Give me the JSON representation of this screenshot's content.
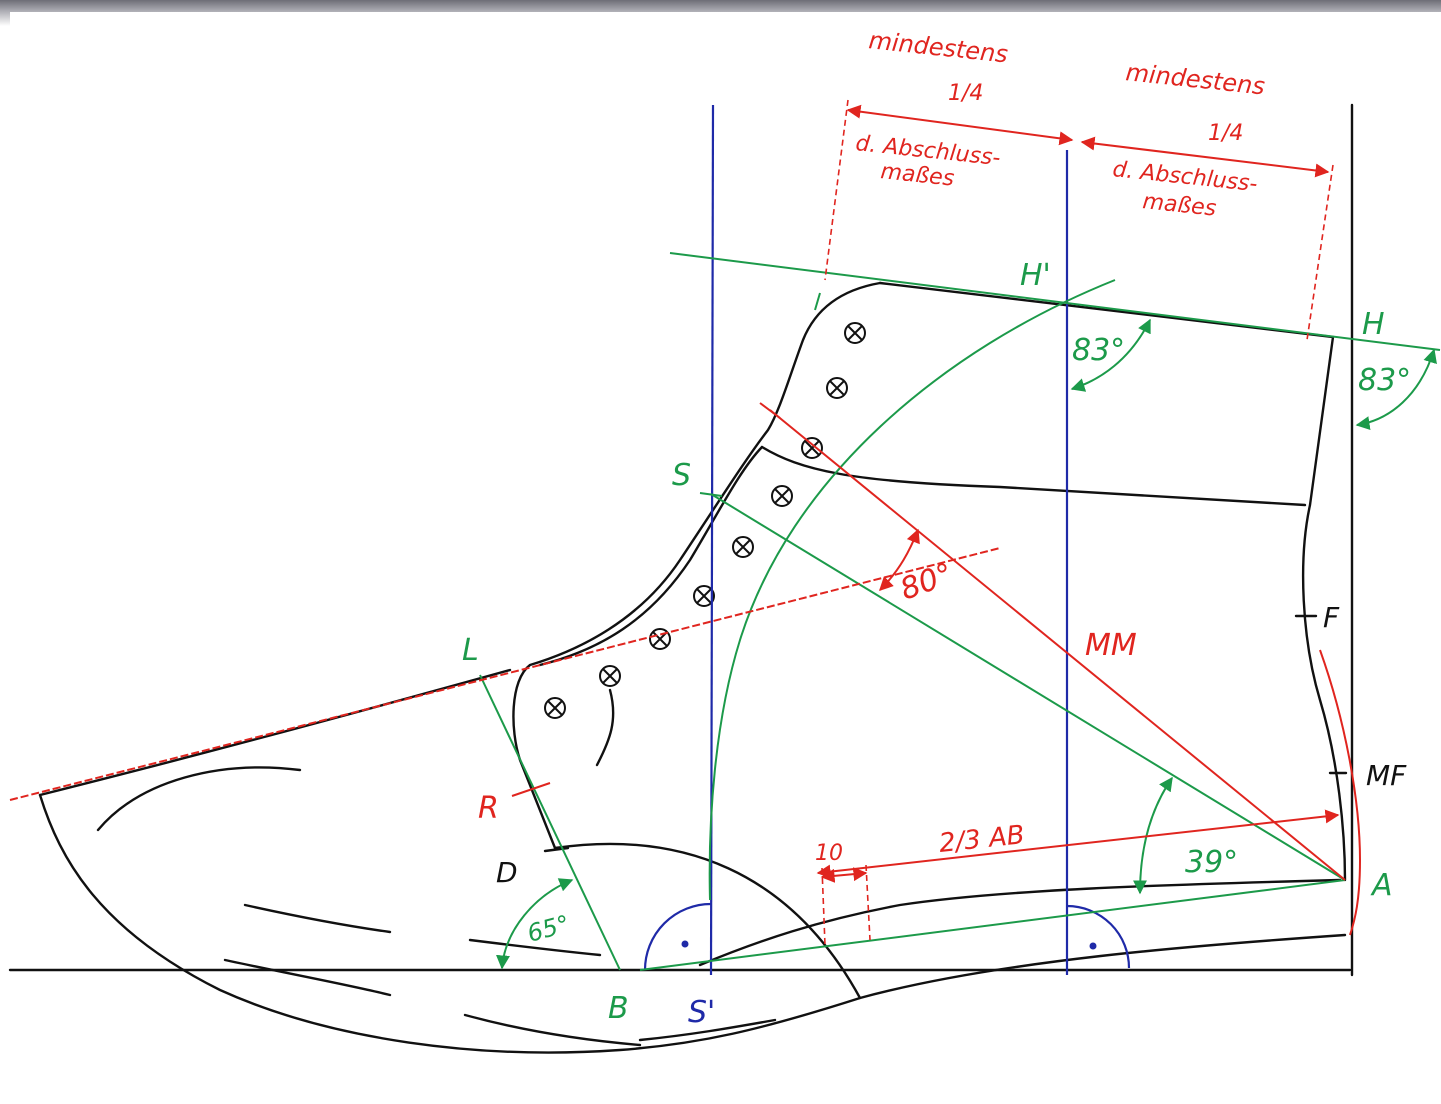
{
  "labels": {
    "mindestens_left": "mindestens",
    "quarter_left": "1/4",
    "abschluss_left_1": "d. Abschluss-",
    "abschluss_left_2": "maßes",
    "mindestens_right": "mindestens",
    "quarter_right": "1/4",
    "abschluss_right_1": "d. Abschluss-",
    "abschluss_right_2": "maßes",
    "H_prime": "H'",
    "H": "H",
    "angle_83_a": "83°",
    "angle_83_b": "83°",
    "S": "S",
    "angle_80": "80°",
    "M_M": "MM",
    "F": "F",
    "L": "L",
    "M_F": "MF",
    "R": "R",
    "two_thirds_AB": "2/3 AB",
    "dim_10": "10",
    "angle_39": "39°",
    "D": "D",
    "angle_65": "65°",
    "A": "A",
    "B": "B",
    "S_prime": "S'"
  },
  "colors": {
    "construction_green": "#1c9a4a",
    "measure_red": "#e0251f",
    "vertical_blue": "#1f2aa8",
    "outline_black": "#111111"
  }
}
